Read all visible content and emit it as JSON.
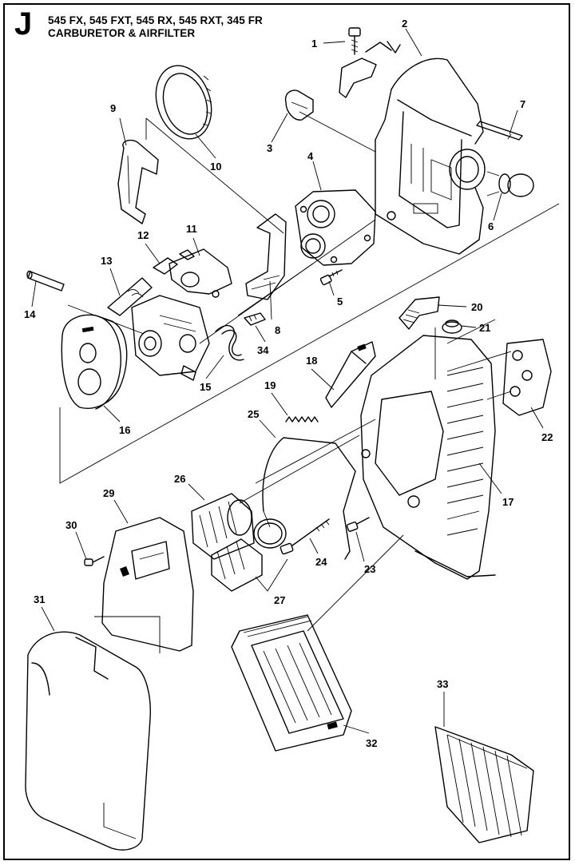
{
  "header": {
    "section": "J",
    "models": "545 FX, 545 FXT, 545 RX, 545 RXT, 345 FR",
    "subtitle": "CARBURETOR & AIRFILTER"
  },
  "callouts": {
    "n1": "1",
    "n2": "2",
    "n3": "3",
    "n4": "4",
    "n5": "5",
    "n6": "6",
    "n7": "7",
    "n8": "8",
    "n9": "9",
    "n10": "10",
    "n11": "11",
    "n12": "12",
    "n13": "13",
    "n14": "14",
    "n15": "15",
    "n16": "16",
    "n17": "17",
    "n18": "18",
    "n19": "19",
    "n20": "20",
    "n21": "21",
    "n22": "22",
    "n23": "23",
    "n24": "24",
    "n25": "25",
    "n26": "26",
    "n27": "27",
    "n29": "29",
    "n30": "30",
    "n31": "31",
    "n32": "32",
    "n33": "33",
    "n34": "34"
  }
}
